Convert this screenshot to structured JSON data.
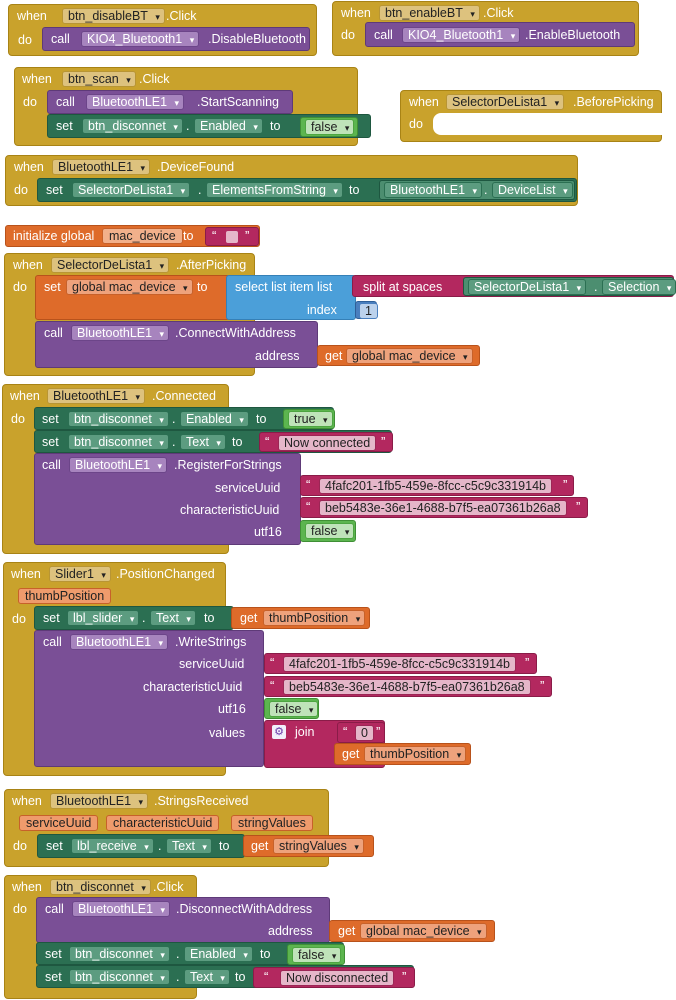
{
  "kw": {
    "when": "when",
    "do": "do",
    "call": "call",
    "set": "set",
    "to": "to",
    "get": "get",
    "initialize_global": "initialize global",
    "address": "address",
    "serviceUuid": "serviceUuid",
    "characteristicUuid": "characteristicUuid",
    "utf16": "utf16",
    "values": "values",
    "join": "join",
    "index": "index",
    "select_list_item": "select list item  list",
    "split_spaces": "split at spaces",
    "quote_open": "“",
    "quote_close": "”",
    "dot": "."
  },
  "blocks": {
    "b1": {
      "component": "btn_disableBT",
      "event": ".Click",
      "callComp": "KIO4_Bluetooth1",
      "method": ".DisableBluetooth"
    },
    "b2": {
      "component": "btn_enableBT",
      "event": ".Click",
      "callComp": "KIO4_Bluetooth1",
      "method": ".EnableBluetooth"
    },
    "b3": {
      "component": "btn_scan",
      "event": ".Click",
      "callComp": "BluetoothLE1",
      "method": ".StartScanning",
      "setComp": "btn_disconnet",
      "setProp": "Enabled",
      "value": "false"
    },
    "b4": {
      "component": "SelectorDeLista1",
      "event": ".BeforePicking"
    },
    "b5": {
      "component": "BluetoothLE1",
      "event": ".DeviceFound",
      "setComp": "SelectorDeLista1",
      "setProp": "ElementsFromString",
      "getComp": "BluetoothLE1",
      "getProp": "DeviceList"
    },
    "b6": {
      "varName": "mac_device"
    },
    "b7": {
      "component": "SelectorDeLista1",
      "event": ".AfterPicking",
      "setVar": "global mac_device",
      "selComp": "SelectorDeLista1",
      "selProp": "Selection",
      "indexValue": "1",
      "callComp": "BluetoothLE1",
      "method": ".ConnectWithAddress",
      "getVar": "global mac_device"
    },
    "b8": {
      "component": "BluetoothLE1",
      "event": ".Connected",
      "setComp1": "btn_disconnet",
      "setProp1": "Enabled",
      "value1": "true",
      "setComp2": "btn_disconnet",
      "setProp2": "Text",
      "value2": "Now connected",
      "callComp": "BluetoothLE1",
      "method": ".RegisterForStrings",
      "serviceUuid": "4fafc201-1fb5-459e-8fcc-c5c9c331914b",
      "characteristicUuid": "beb5483e-36e1-4688-b7f5-ea07361b26a8",
      "utf16": "false"
    },
    "b9": {
      "component": "Slider1",
      "event": ".PositionChanged",
      "param": "thumbPosition",
      "setComp": "lbl_slider",
      "setProp": "Text",
      "getVar": "thumbPosition",
      "callComp": "BluetoothLE1",
      "method": ".WriteStrings",
      "serviceUuid": "4fafc201-1fb5-459e-8fcc-c5c9c331914b",
      "characteristicUuid": "beb5483e-36e1-4688-b7f5-ea07361b26a8",
      "utf16": "false",
      "joinText": "0",
      "joinGet": "thumbPosition"
    },
    "b10": {
      "component": "BluetoothLE1",
      "event": ".StringsReceived",
      "params": [
        "serviceUuid",
        "characteristicUuid",
        "stringValues"
      ],
      "setComp": "lbl_receive",
      "setProp": "Text",
      "getVar": "stringValues"
    },
    "b11": {
      "component": "btn_disconnet",
      "event": ".Click",
      "callComp": "BluetoothLE1",
      "method": ".DisconnectWithAddress",
      "getVar": "global mac_device",
      "setComp1": "btn_disconnet",
      "setProp1": "Enabled",
      "value1": "false",
      "setComp2": "btn_disconnet",
      "setProp2": "Text",
      "value2": "Now disconnected"
    }
  },
  "colors": {
    "event": "#c9a22c",
    "procedure": "#7a4f96",
    "setter": "#2b6f52",
    "logic": "#5cb54f",
    "variable": "#de6b2a",
    "text": "#b3285f",
    "list": "#4b9fd9"
  }
}
